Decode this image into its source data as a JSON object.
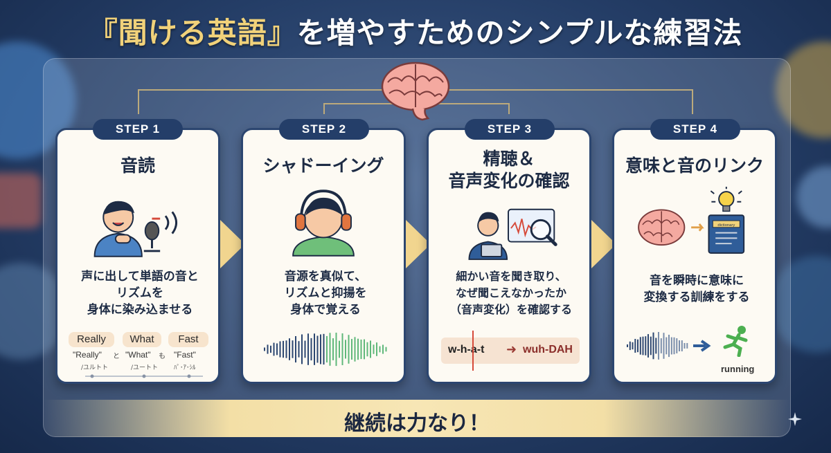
{
  "title": {
    "highlight": "『聞ける英語』",
    "rest": "を増やすためのシンプルな練習法"
  },
  "steps": [
    {
      "badge": "STEP 1",
      "title_lines": [
        "音読"
      ],
      "desc_lines": [
        "声に出して単語の音と",
        "リズムを",
        "身体に染み込ませる"
      ],
      "words": [
        {
          "word": "Really",
          "quote": "\"Really\"",
          "kana": "/ユルトト"
        },
        {
          "word": "What",
          "quote": "\"What\"",
          "kana": "/ユートト"
        },
        {
          "word": "Fast",
          "quote": "\"Fast\"",
          "kana": "ﾊﾟ･ｱ･ｼﾙ"
        }
      ],
      "connectors": [
        "と",
        "も"
      ]
    },
    {
      "badge": "STEP 2",
      "title_lines": [
        "シャドーイング"
      ],
      "desc_lines": [
        "音源を真似て、",
        "リズムと抑揚を",
        "身体で覚える"
      ]
    },
    {
      "badge": "STEP 3",
      "title_lines": [
        "精聴＆",
        "音声変化の確認"
      ],
      "desc_lines": [
        "細かい音を聞き取り、",
        "なぜ聞こえなかったか",
        "（音声変化）を確認する"
      ],
      "sound_from": "w-h-a-t",
      "sound_to": "wuh-DAH"
    },
    {
      "badge": "STEP 4",
      "title_lines": [
        "意味と音のリンク"
      ],
      "desc_lines": [
        "音を瞬時に意味に",
        "変換する訓練をする"
      ],
      "book_label": "dictionary",
      "running_label": "running"
    }
  ],
  "footer": "継続は力なり！",
  "colors": {
    "navy": "#243e69",
    "gold": "#f1d27a",
    "card_bg": "#fdfaf3",
    "text": "#1d2b44"
  },
  "icons": [
    "brain-icon",
    "microphone-icon",
    "headphones-icon",
    "magnifier-icon",
    "lightbulb-icon",
    "book-icon",
    "runner-icon",
    "sparkle-icon"
  ]
}
